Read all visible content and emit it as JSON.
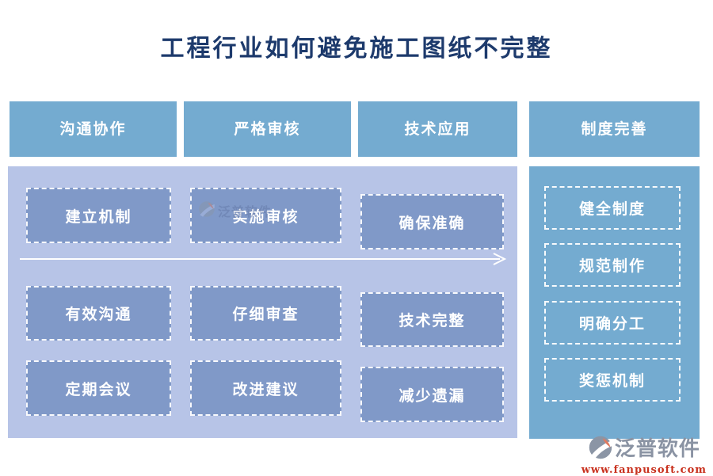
{
  "title": "工程行业如何避免施工图纸不完整",
  "columns": [
    {
      "header": "沟通协作",
      "items": [
        "建立机制",
        "有效沟通",
        "定期会议"
      ]
    },
    {
      "header": "严格审核",
      "items": [
        "实施审核",
        "仔细审查",
        "改进建议"
      ]
    },
    {
      "header": "技术应用",
      "items": [
        "确保准确",
        "技术完整",
        "减少遗漏"
      ]
    },
    {
      "header": "制度完善",
      "items": [
        "健全制度",
        "规范制作",
        "明确分工",
        "奖惩机制"
      ]
    }
  ],
  "watermark": {
    "brand": "泛普软件"
  },
  "footer": {
    "brand": "泛普软件",
    "url": "www.fanpusoft.com"
  },
  "colors": {
    "header_blue": "#74abd0",
    "panel_light_blue": "#b7c4e7",
    "node_blue": "#8099c8",
    "title_navy": "#1d3a6c",
    "brand_gray": "#8a93a3",
    "url_red": "#c9321f",
    "logo_salmon": "#e07a5f"
  }
}
